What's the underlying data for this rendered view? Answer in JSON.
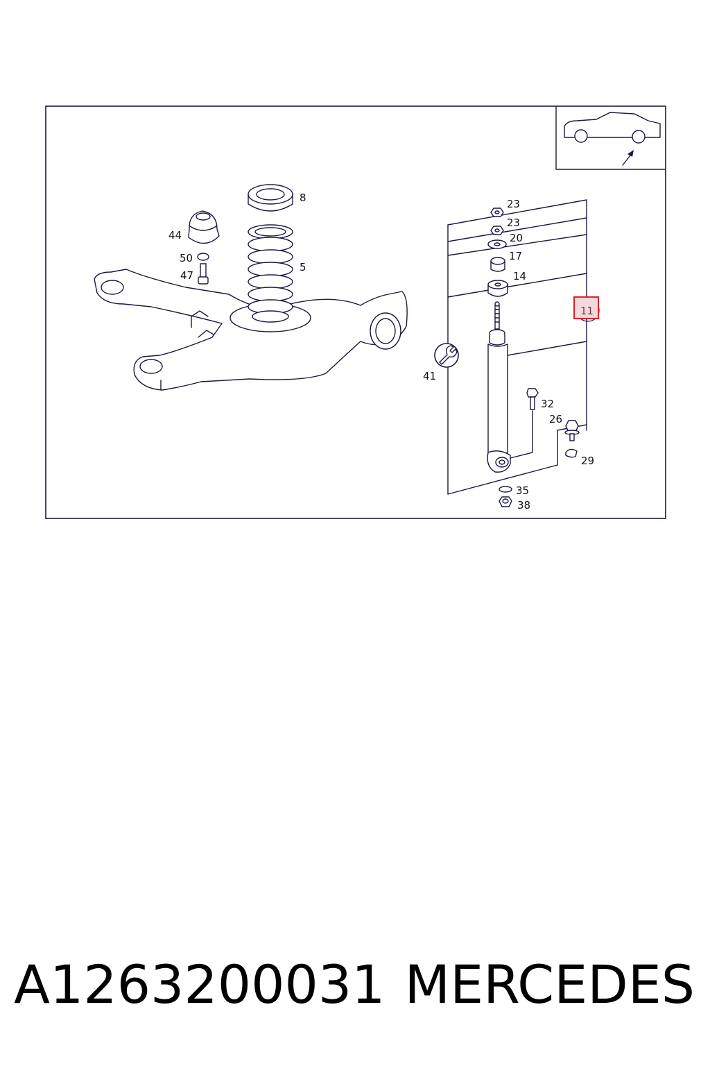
{
  "callouts": {
    "c8": "8",
    "c44": "44",
    "c5": "5",
    "c50": "50",
    "c47": "47",
    "c23a": "23",
    "c23b": "23",
    "c20": "20",
    "c17": "17",
    "c14": "14",
    "c11": "11",
    "c41": "41",
    "c32": "32",
    "c26": "26",
    "c29": "29",
    "c35": "35",
    "c38": "38"
  },
  "highlighted_callout": "11",
  "colors": {
    "line": "#1a1a40",
    "highlight_box": "#e0202a",
    "highlight_fill": "#f3d9dc"
  },
  "footer": {
    "part_number": "A1263200031",
    "brand": "MERCEDES"
  }
}
